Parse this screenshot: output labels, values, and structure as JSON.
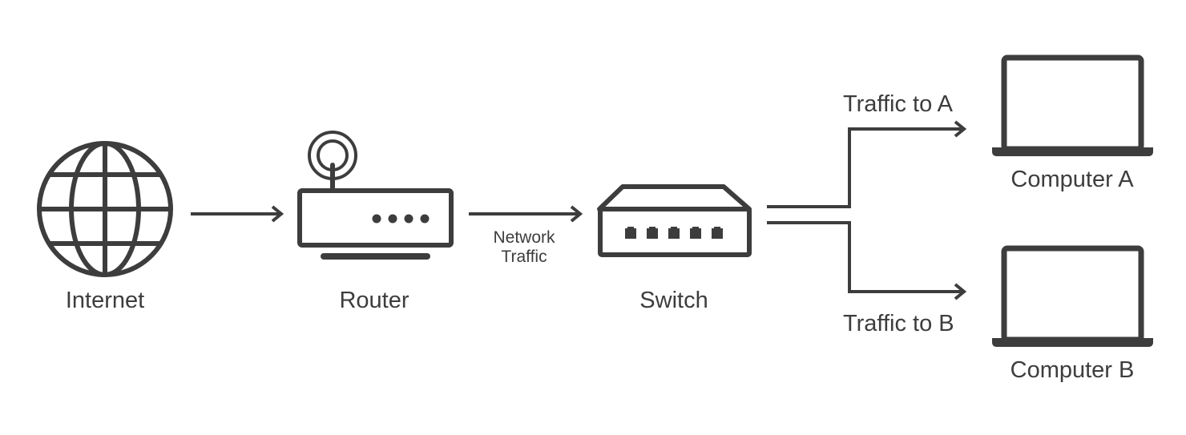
{
  "diagram": {
    "stroke_color": "#3d3d3d",
    "background": "#ffffff",
    "nodes": {
      "internet": {
        "label": "Internet",
        "icon": "globe-icon"
      },
      "router": {
        "label": "Router",
        "icon": "router-icon"
      },
      "switch": {
        "label": "Switch",
        "icon": "switch-icon"
      },
      "computer_a": {
        "label": "Computer A",
        "icon": "laptop-icon"
      },
      "computer_b": {
        "label": "Computer B",
        "icon": "laptop-icon"
      }
    },
    "edges": {
      "router_to_switch": {
        "line1": "Network",
        "line2": "Traffic"
      },
      "to_a": {
        "label": "Traffic to A"
      },
      "to_b": {
        "label": "Traffic to B"
      }
    }
  }
}
